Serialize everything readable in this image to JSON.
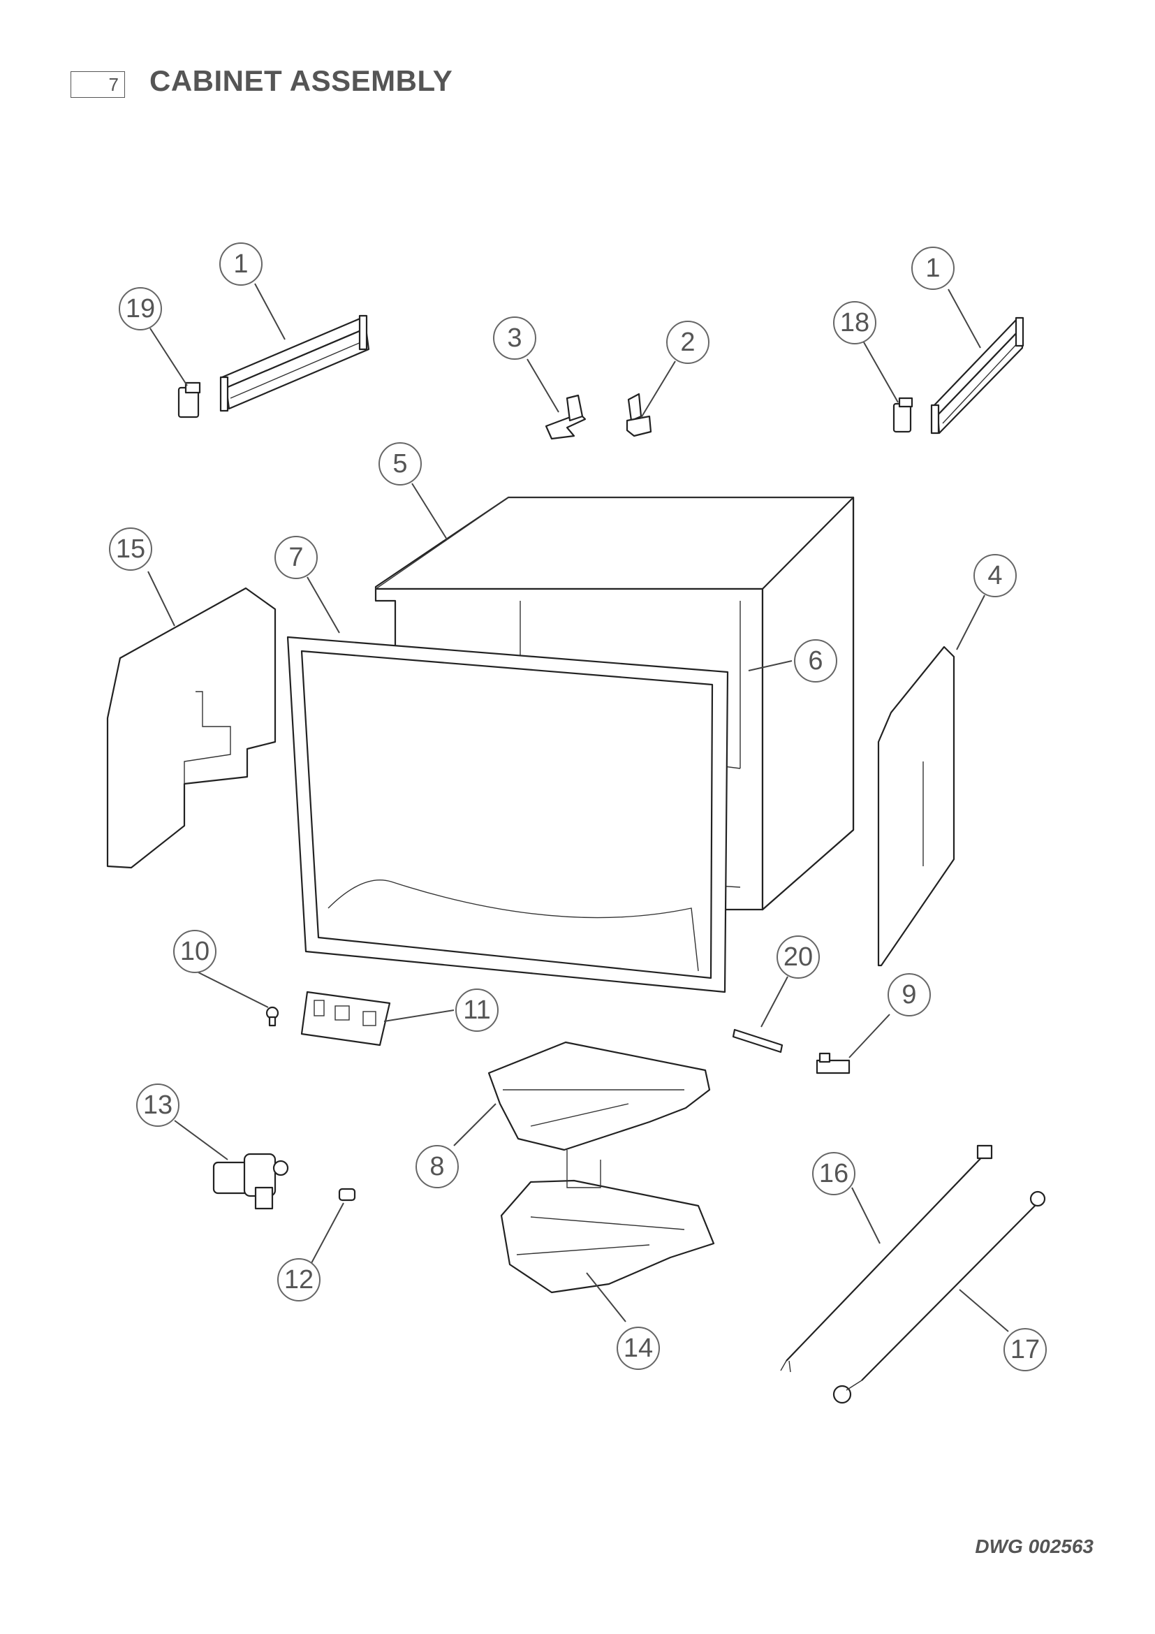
{
  "header": {
    "section_number": "7",
    "title": "CABINET ASSEMBLY"
  },
  "footer": {
    "drawing_number": "DWG 002563"
  },
  "callouts": [
    {
      "id": "c1a",
      "label": "1"
    },
    {
      "id": "c19",
      "label": "19"
    },
    {
      "id": "c3",
      "label": "3"
    },
    {
      "id": "c2",
      "label": "2"
    },
    {
      "id": "c1b",
      "label": "1"
    },
    {
      "id": "c18",
      "label": "18"
    },
    {
      "id": "c5",
      "label": "5"
    },
    {
      "id": "c15",
      "label": "15"
    },
    {
      "id": "c7",
      "label": "7"
    },
    {
      "id": "c4",
      "label": "4"
    },
    {
      "id": "c6",
      "label": "6"
    },
    {
      "id": "c10",
      "label": "10"
    },
    {
      "id": "c11",
      "label": "11"
    },
    {
      "id": "c20",
      "label": "20"
    },
    {
      "id": "c9",
      "label": "9"
    },
    {
      "id": "c13",
      "label": "13"
    },
    {
      "id": "c8",
      "label": "8"
    },
    {
      "id": "c16",
      "label": "16"
    },
    {
      "id": "c12",
      "label": "12"
    },
    {
      "id": "c14",
      "label": "14"
    },
    {
      "id": "c17",
      "label": "17"
    }
  ]
}
